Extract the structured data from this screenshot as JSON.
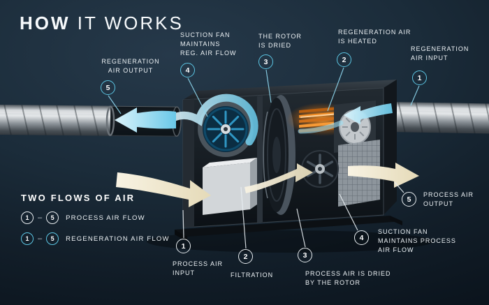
{
  "title": {
    "bold": "HOW",
    "rest": " IT WORKS"
  },
  "legend": {
    "heading": "TWO FLOWS OF AIR",
    "rows": [
      {
        "from": "1",
        "separator": "–",
        "to": "5",
        "label": "PROCESS AIR FLOW",
        "style": "process"
      },
      {
        "from": "1",
        "separator": "–",
        "to": "5",
        "label": "REGENERATION AIR FLOW",
        "style": "regen"
      }
    ]
  },
  "callouts": {
    "regen_output": {
      "number": "5",
      "label": "REGENERATION\nAIR OUTPUT"
    },
    "regen_fan": {
      "number": "4",
      "label": "SUCTION FAN\nMAINTAINS\nREG. AIR FLOW"
    },
    "rotor_dried": {
      "number": "3",
      "label": "THE ROTOR\nIS DRIED"
    },
    "regen_heated": {
      "number": "2",
      "label": "REGENERATION AIR\nIS HEATED"
    },
    "regen_input": {
      "number": "1",
      "label": "REGENERATION\nAIR INPUT"
    },
    "process_input": {
      "number": "1",
      "label": "PROCESS AIR\nINPUT"
    },
    "filtration": {
      "number": "2",
      "label": "FILTRATION"
    },
    "process_dried": {
      "number": "3",
      "label": "PROCESS AIR IS DRIED\nBY THE ROTOR"
    },
    "process_fan": {
      "number": "4",
      "label": "SUCTION FAN\nMAINTAINS PROCESS\nAIR FLOW"
    },
    "process_output": {
      "number": "5",
      "label": "PROCESS AIR\nOUTPUT"
    }
  },
  "colors": {
    "background": "#16222e",
    "accent_regen_blue": "#5cc6e4",
    "process_cream": "#efe7cf",
    "heater_orange": "#ef8c1e",
    "text": "#ffffff"
  }
}
